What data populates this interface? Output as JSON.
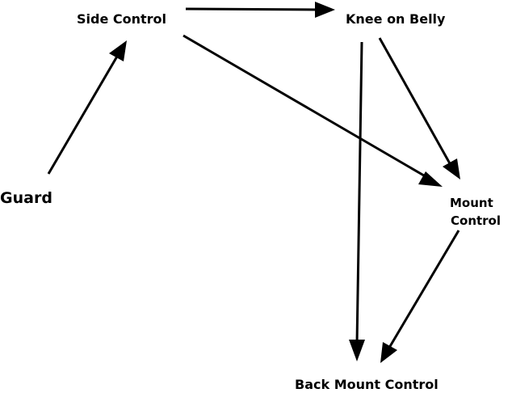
{
  "nodes": {
    "side_control": "Side Control",
    "knee_on_belly": "Knee on Belly",
    "guard": "Guard",
    "mount_control_line1": "Mount",
    "mount_control_line2": "Control",
    "back_mount_control": "Back Mount Control"
  },
  "edges": [
    {
      "from": "Guard",
      "to": "Side Control"
    },
    {
      "from": "Side Control",
      "to": "Knee on Belly"
    },
    {
      "from": "Side Control",
      "to": "Mount Control"
    },
    {
      "from": "Knee on Belly",
      "to": "Mount Control"
    },
    {
      "from": "Knee on Belly",
      "to": "Back Mount Control"
    },
    {
      "from": "Mount Control",
      "to": "Back Mount Control"
    }
  ],
  "colors": {
    "background": "#ffffff",
    "ink": "#000000"
  }
}
